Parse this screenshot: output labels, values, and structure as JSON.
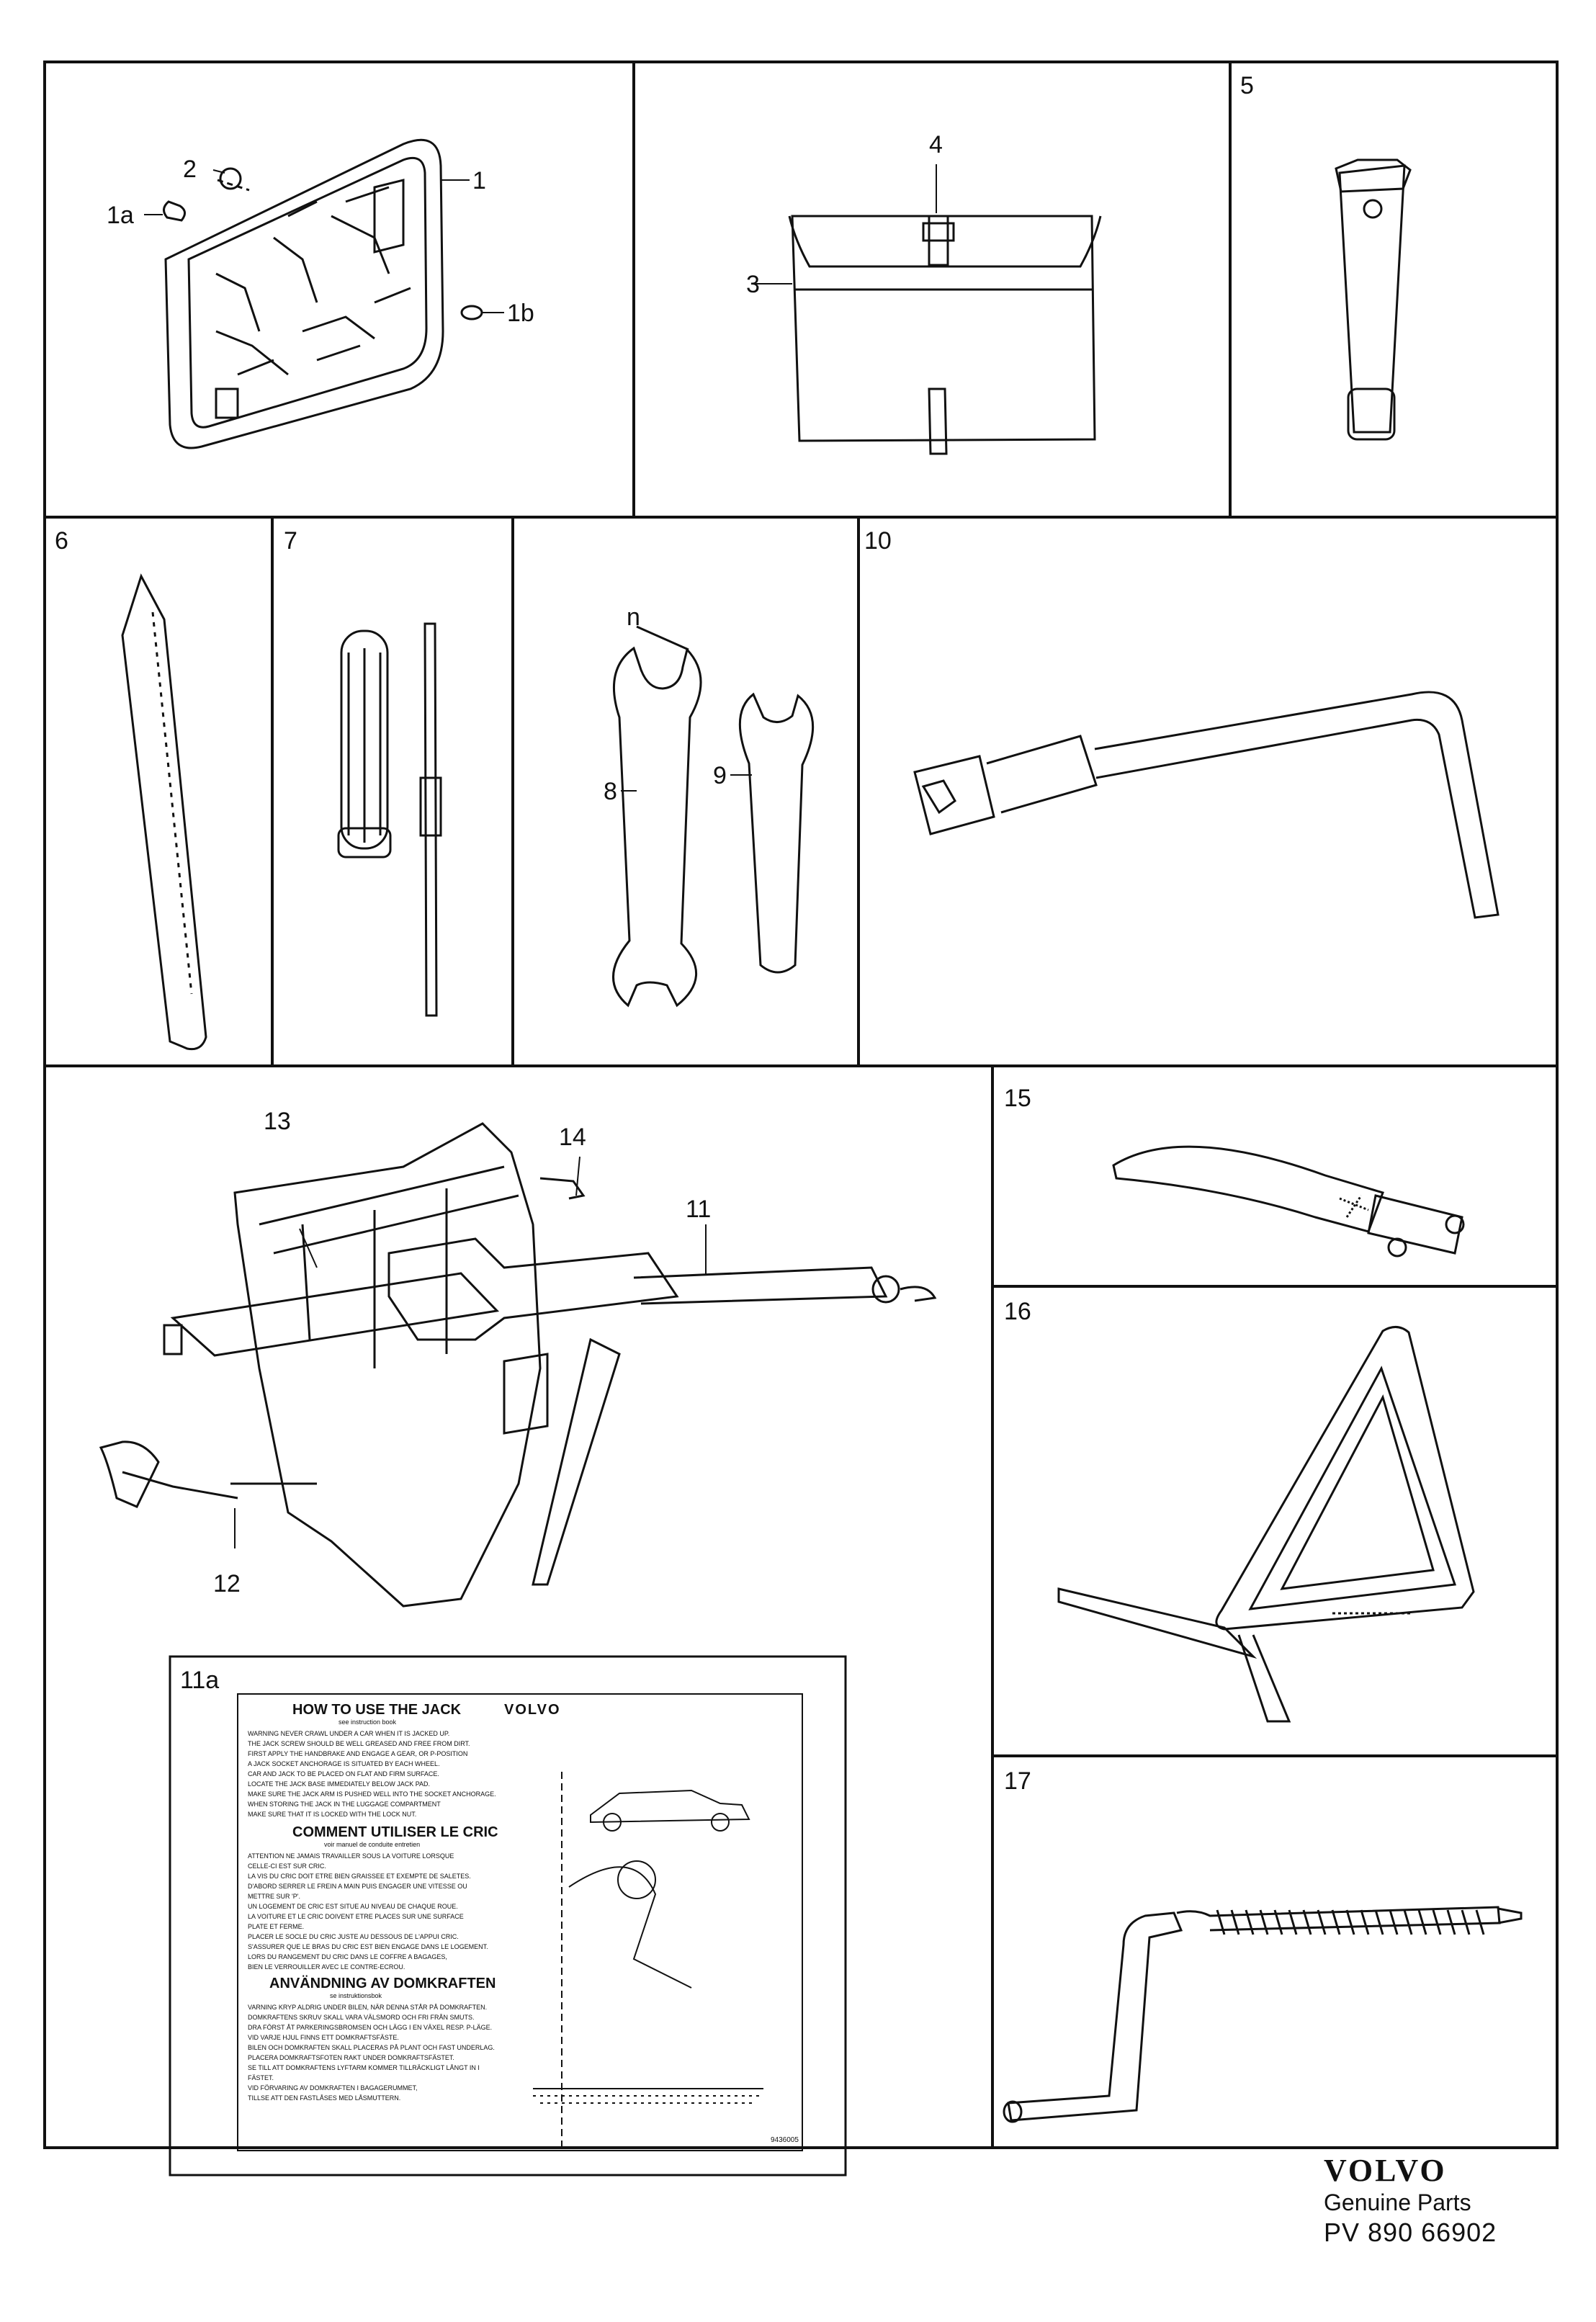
{
  "callouts": {
    "c1": "1",
    "c1a": "1a",
    "c1b": "1b",
    "c2": "2",
    "c3": "3",
    "c4": "4",
    "c5": "5",
    "c6": "6",
    "c7": "7",
    "c8": "8",
    "c9": "9",
    "c10": "10",
    "cn": "n",
    "c11": "11",
    "c11a": "11a",
    "c12": "12",
    "c13": "13",
    "c14": "14",
    "c15": "15",
    "c16": "16",
    "c17": "17"
  },
  "label_11a": {
    "brand": "VOLVO",
    "code": "9436005",
    "en_title": "HOW TO USE THE JACK",
    "en_sub": "see instruction book",
    "en_lines": [
      "WARNING NEVER CRAWL UNDER A CAR WHEN IT IS JACKED UP.",
      "THE JACK SCREW SHOULD BE WELL GREASED AND FREE FROM DIRT.",
      "FIRST APPLY THE HANDBRAKE AND ENGAGE A GEAR, OR P-POSITION",
      "A JACK SOCKET ANCHORAGE IS SITUATED BY EACH WHEEL.",
      "CAR AND JACK TO BE PLACED ON FLAT AND FIRM SURFACE.",
      "LOCATE THE JACK BASE IMMEDIATELY BELOW JACK PAD.",
      "MAKE SURE THE JACK ARM IS PUSHED WELL INTO THE SOCKET ANCHORAGE.",
      "WHEN STORING THE JACK IN THE LUGGAGE COMPARTMENT",
      "MAKE SURE THAT IT IS LOCKED WITH THE LOCK NUT."
    ],
    "fr_title": "COMMENT UTILISER LE CRIC",
    "fr_sub": "voir manuel de conduite entretien",
    "fr_lines": [
      "ATTENTION NE JAMAIS TRAVAILLER SOUS LA VOITURE LORSQUE",
      "CELLE-CI EST SUR CRIC.",
      "LA VIS DU CRIC DOIT ETRE BIEN GRAISSEE ET EXEMPTE DE SALETES.",
      "D'ABORD SERRER LE FREIN A MAIN PUIS ENGAGER UNE VITESSE OU",
      "METTRE SUR 'P'.",
      "UN LOGEMENT DE CRIC EST SITUE AU NIVEAU DE CHAQUE ROUE.",
      "LA VOITURE ET LE CRIC DOIVENT ETRE PLACES SUR UNE SURFACE",
      "PLATE ET FERME.",
      "PLACER LE SOCLE DU CRIC JUSTE AU DESSOUS DE L'APPUI CRIC.",
      "S'ASSURER QUE LE BRAS DU CRIC EST BIEN ENGAGE DANS LE LOGEMENT.",
      "LORS DU RANGEMENT DU CRIC DANS LE COFFRE A BAGAGES,",
      "BIEN LE VERROUILLER AVEC LE CONTRE-ECROU."
    ],
    "sv_title": "ANVÄNDNING AV DOMKRAFTEN",
    "sv_sub": "se instruktionsbok",
    "sv_lines": [
      "VARNING KRYP ALDRIG UNDER BILEN, NÄR DENNA STÅR PÅ DOMKRAFTEN.",
      "DOMKRAFTENS SKRUV SKALL VARA VÄLSMORD OCH FRI FRÅN SMUTS.",
      "DRA FÖRST ÅT PARKERINGSBROMSEN OCH LÄGG I EN VÄXEL RESP. P-LÄGE.",
      "VID VARJE HJUL FINNS ETT DOMKRAFTSFÄSTE.",
      "BILEN OCH DOMKRAFTEN SKALL PLACERAS PÅ PLANT OCH FAST UNDERLAG.",
      "PLACERA DOMKRAFTSFOTEN RAKT UNDER DOMKRAFTSFÄSTET.",
      "SE TILL ATT DOMKRAFTENS LYFTARM KOMMER TILLRÄCKLIGT LÅNGT IN I",
      "FÄSTET.",
      "VID FÖRVARING AV DOMKRAFTEN I BAGAGERUMMET,",
      "TILLSE ATT DEN FASTLÅSES MED LÅSMUTTERN."
    ]
  },
  "footer": {
    "brand": "VOLVO",
    "genuine": "Genuine Parts",
    "part_number": "PV 890 66902"
  }
}
